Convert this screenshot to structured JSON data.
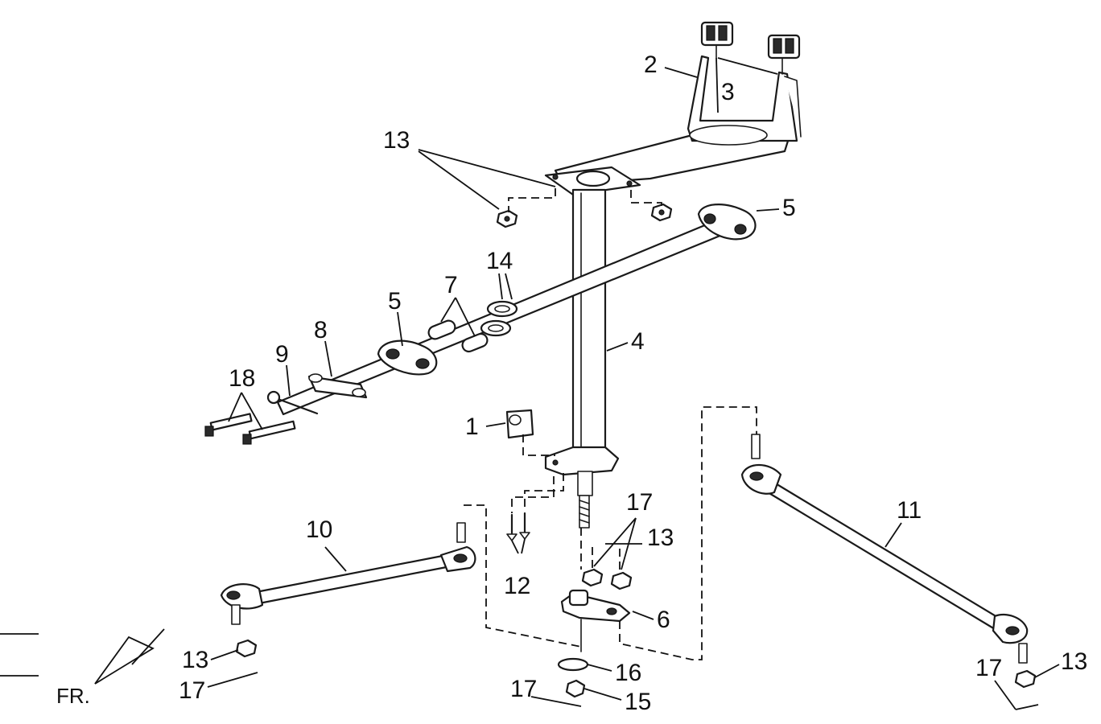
{
  "callouts": {
    "n1": "1",
    "n2": "2",
    "n3": "3",
    "n4": "4",
    "n5a": "5",
    "n5b": "5",
    "n6": "6",
    "n7": "7",
    "n8": "8",
    "n9": "9",
    "n10": "10",
    "n11": "11",
    "n12": "12",
    "n13a": "13",
    "n13b": "13",
    "n13c": "13",
    "n13d": "13",
    "n14": "14",
    "n15": "15",
    "n16": "16",
    "n17a": "17",
    "n17b": "17",
    "n17c": "17",
    "n17d": "17",
    "n18": "18"
  },
  "orientation": {
    "label": "FR."
  }
}
